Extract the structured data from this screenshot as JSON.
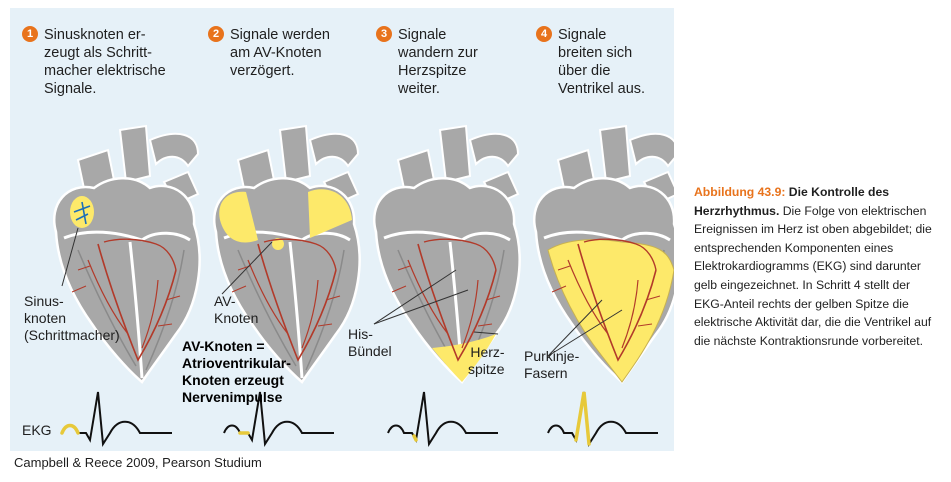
{
  "steps": [
    {
      "num": "1",
      "text": "Sinusknoten er-\nzeugt als Schritt-\nmacher elektrische\nSignale."
    },
    {
      "num": "2",
      "text": "Signale werden\nam AV-Knoten\nverzögert."
    },
    {
      "num": "3",
      "text": "Signale\nwandern zur\nHerzspitze\nweiter."
    },
    {
      "num": "4",
      "text": "Signale\nbreiten sich\nüber die\nVentrikel aus."
    }
  ],
  "labels": {
    "sinus": "Sinus-\nknoten\n(Schrittmacher)",
    "av": "AV-\nKnoten",
    "his": "His-\nBündel",
    "herzspitze": "Herz-\nspitze",
    "purkinje": "Purkinje-\nFasern",
    "ekg": "EKG"
  },
  "note": "AV-Knoten =\nAtrioventrikular-\nKnoten erzeugt\nNervenimpulse",
  "caption": {
    "number": "Abbildung 43.9:",
    "title": "Die Kontrolle des Herzrhythmus.",
    "body": "Die Folge von elektrischen Ereignissen im Herz ist oben abgebildet; die entsprechenden Komponenten eines Elektrokardiogramms (EKG) sind darunter gelb eingezeichnet. In Schritt 4 stellt der EKG-Anteil rechts der gelben Spitze die elektrische Aktivität dar, die die Ventrikel auf die nächste Kontraktionsrunde vorbereitet."
  },
  "credit": "Campbell & Reece 2009, Pearson Studium",
  "colors": {
    "accent": "#e8731c",
    "signal": "#fde96a",
    "heart": "#a8a8a8",
    "vessel": "#b23a2a"
  }
}
